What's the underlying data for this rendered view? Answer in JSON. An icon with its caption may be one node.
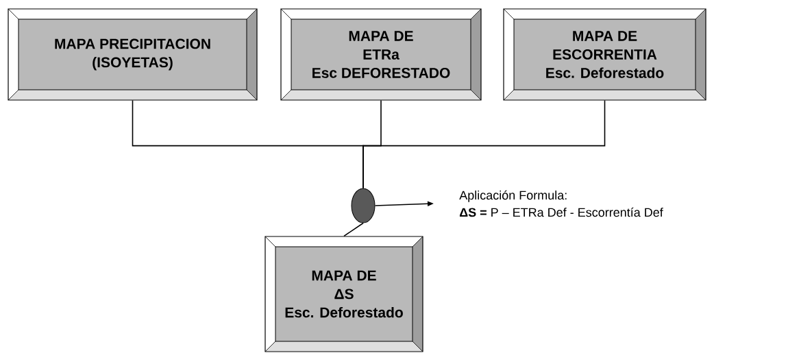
{
  "diagram": {
    "nodes": [
      {
        "text": [
          "MAPA PRECIPITACION",
          "(ISOYETAS)"
        ]
      },
      {
        "text": [
          "MAPA DE",
          "ETRa",
          "Esc DEFORESTADO"
        ]
      },
      {
        "text": [
          "MAPA DE",
          "ESCORRENTIA",
          "Esc. Deforestado"
        ]
      },
      {
        "text": [],
        "shape": "ellipse"
      },
      {
        "text": [
          "MAPA DE",
          "ΔS",
          "Esc. Deforestado"
        ]
      },
      {
        "text": [
          "Aplicación Formula:",
          "**ΔS =**  P – ETRa  Def  - Escorrentía Def"
        ]
      }
    ],
    "edges": [
      {
        "from": 0,
        "to": 3,
        "arrow": "none"
      },
      {
        "from": 1,
        "to": 3,
        "arrow": "none"
      },
      {
        "from": 2,
        "to": 3,
        "arrow": "none"
      },
      {
        "from": 3,
        "to": 4,
        "arrow": "none"
      },
      {
        "from": 3,
        "to": 5,
        "arrow": "to"
      }
    ]
  }
}
